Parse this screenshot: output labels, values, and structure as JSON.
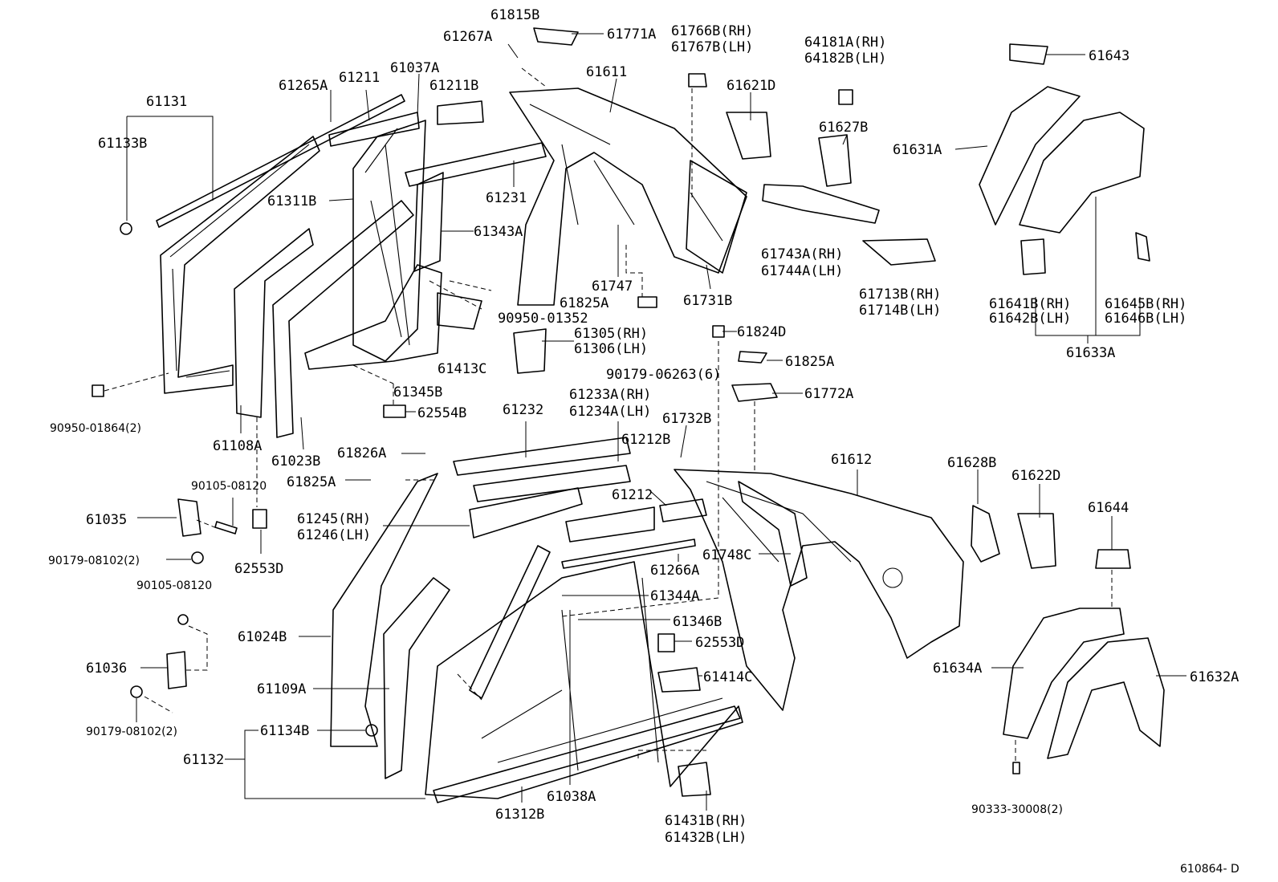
{
  "diagram_code": "610864- D",
  "labels": [
    "61815B",
    "61771A",
    "61267A",
    "61766B(RH)",
    "61767B(LH)",
    "64181A(RH)",
    "64182B(LH)",
    "61643",
    "61265A",
    "61211",
    "61037A",
    "61211B",
    "61611",
    "61621D",
    "61131",
    "61133B",
    "61627B",
    "61631A",
    "61311B",
    "61231",
    "61343A",
    "61743A(RH)",
    "61744A(LH)",
    "61713B(RH)",
    "61714B(LH)",
    "61747",
    "61825A",
    "61731B",
    "90950-01352",
    "61641B(RH)",
    "61642B(LH)",
    "61645B(RH)",
    "61646B(LH)",
    "61305(RH)",
    "61306(LH)",
    "61824D",
    "61633A",
    "61413C",
    "90179-06263(6)",
    "61825A",
    "61345B",
    "61772A",
    "90950-01864(2)",
    "62554B",
    "61232",
    "61233A(RH)",
    "61234A(LH)",
    "61732B",
    "61108A",
    "61023B",
    "61826A",
    "61212B",
    "61612",
    "61628B",
    "61622D",
    "90105-08120",
    "61825A",
    "61212",
    "61644",
    "61035",
    "61245(RH)",
    "61246(LH)",
    "90179-08102(2)",
    "61748C",
    "62553D",
    "61266A",
    "90105-08120",
    "61344A",
    "61346B",
    "61024B",
    "62553D",
    "61036",
    "61414C",
    "61634A",
    "61632A",
    "61109A",
    "90179-08102(2)",
    "61134B",
    "61132",
    "61038A",
    "61312B",
    "90333-30008(2)",
    "61431B(RH)",
    "61432B(LH)"
  ]
}
